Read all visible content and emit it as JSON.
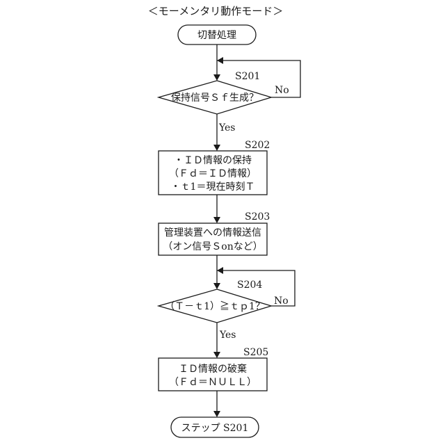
{
  "diagram": {
    "title": "＜モーメンタリ動作モード＞",
    "start": {
      "label": "切替処理"
    },
    "steps": [
      {
        "id": "S201",
        "step_label": "S201",
        "kind": "decision",
        "lines": [
          "保持信号Ｓｆ生成？"
        ],
        "yes_label": "Yes",
        "no_label": "No"
      },
      {
        "id": "S202",
        "step_label": "S202",
        "kind": "process",
        "lines": [
          "・ＩＤ情報の保持",
          "（Ｆｄ＝ＩＤ情報）",
          "・ｔ1＝現在時刻Ｔ"
        ]
      },
      {
        "id": "S203",
        "step_label": "S203",
        "kind": "process",
        "lines": [
          "管理装置への情報送信",
          "（オン信号Ｓonなど）"
        ]
      },
      {
        "id": "S204",
        "step_label": "S204",
        "kind": "decision",
        "lines": [
          "（Ｔ－ｔ1）≧ｔｐ1？"
        ],
        "yes_label": "Yes",
        "no_label": "No"
      },
      {
        "id": "S205",
        "step_label": "S205",
        "kind": "process",
        "lines": [
          "ＩＤ情報の破棄",
          "（Ｆｄ＝ＮＵＬＬ）"
        ]
      }
    ],
    "end": {
      "label": "ステップ S201"
    }
  }
}
